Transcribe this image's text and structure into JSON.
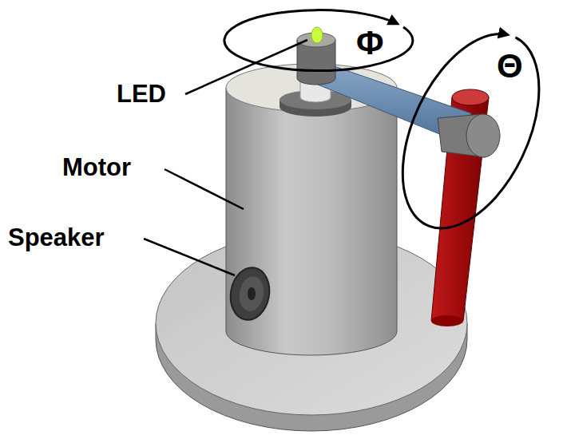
{
  "diagram": {
    "labels": [
      "LED",
      "Motor",
      "Speaker",
      "Φ",
      "Θ"
    ]
  }
}
